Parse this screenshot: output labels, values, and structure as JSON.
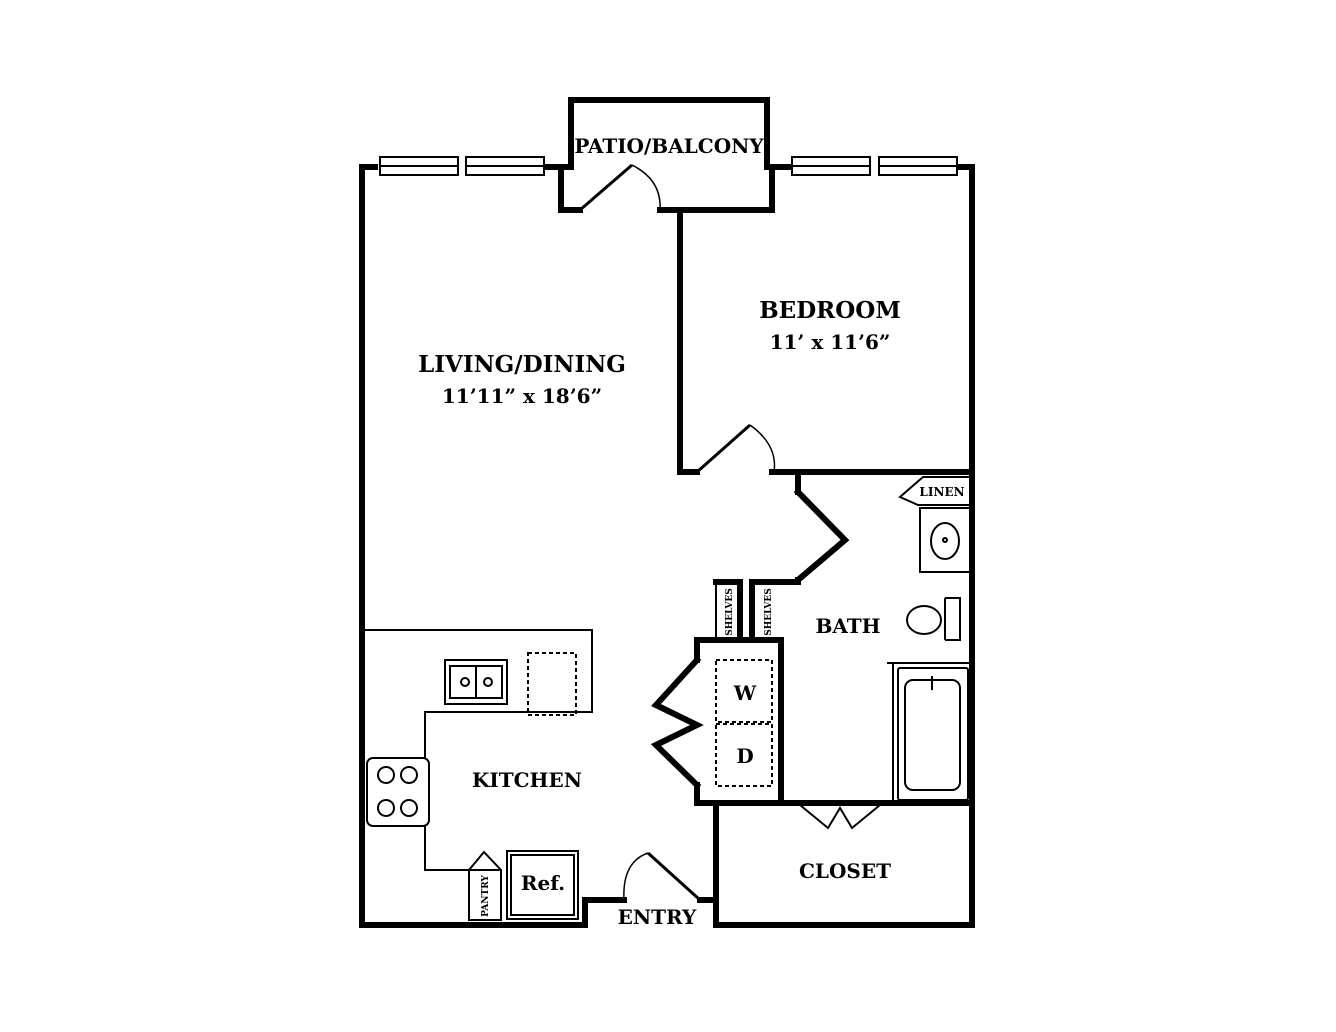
{
  "rooms": {
    "patio": {
      "label": "PATIO/BALCONY"
    },
    "living": {
      "label": "LIVING/DINING",
      "dims": "11’11” x 18’6”"
    },
    "bedroom": {
      "label": "BEDROOM",
      "dims": "11’ x 11’6”"
    },
    "bath": {
      "label": "BATH"
    },
    "kitchen": {
      "label": "KITCHEN"
    },
    "closet": {
      "label": "CLOSET"
    },
    "entry": {
      "label": "ENTRY"
    },
    "linen": {
      "label": "LINEN"
    },
    "pantry": {
      "label": "PANTRY"
    }
  },
  "fixtures": {
    "shelves_left": "SHELVES",
    "shelves_right": "SHELVES",
    "washer": "W",
    "dryer": "D",
    "refrigerator": "Ref."
  }
}
